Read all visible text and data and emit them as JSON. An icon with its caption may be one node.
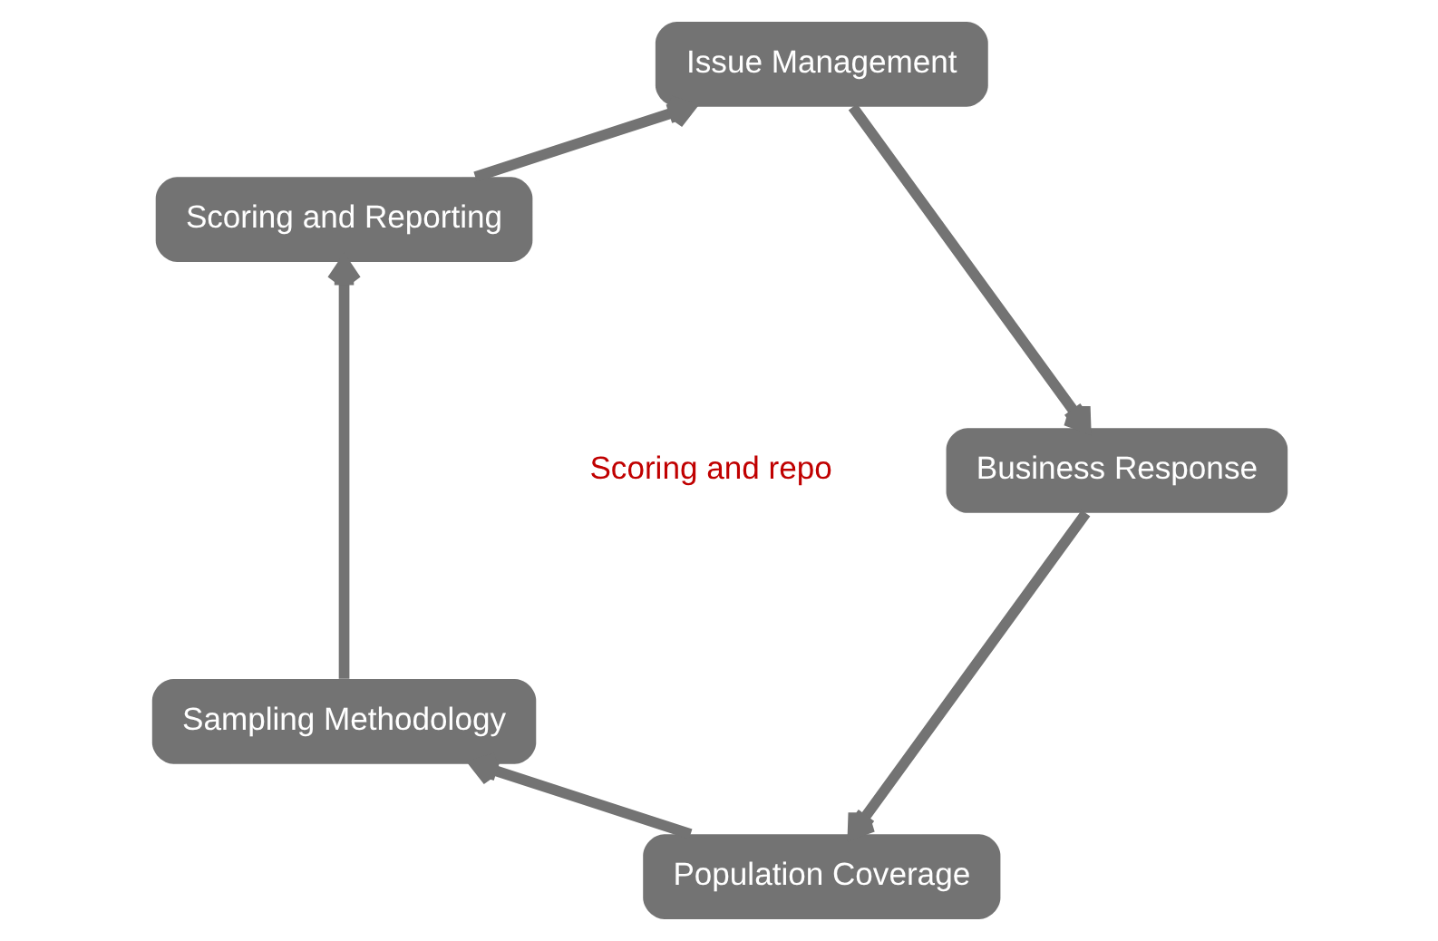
{
  "diagram": {
    "nodes": [
      {
        "text": [
          "Population Coverage"
        ]
      },
      {
        "text": [
          "Sampling Methodology"
        ]
      },
      {
        "text": [
          "Scoring and Reporting"
        ]
      },
      {
        "text": [
          "Issue Management"
        ]
      },
      {
        "text": [
          "Business Response"
        ]
      }
    ],
    "edges": [
      {
        "from": 0,
        "to": 1,
        "arrow": "to"
      },
      {
        "from": 1,
        "to": 2,
        "arrow": "to"
      },
      {
        "from": 2,
        "to": 3,
        "arrow": "to"
      },
      {
        "from": 3,
        "to": 4,
        "arrow": "to"
      },
      {
        "from": 4,
        "to": 0,
        "arrow": "to"
      }
    ],
    "labels": [
      "Scoring and repo"
    ]
  }
}
